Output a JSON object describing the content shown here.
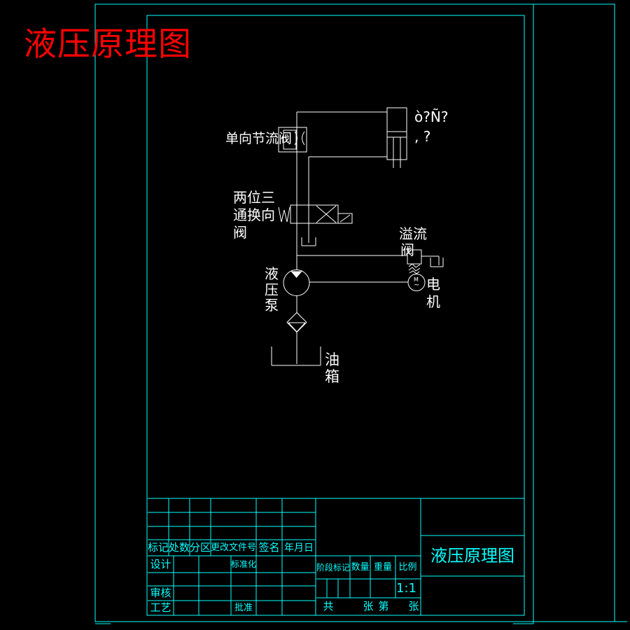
{
  "page": {
    "red_title": "液压原理图"
  },
  "schematic": {
    "throttle_label": "单向节流阀",
    "cylinder_text1": "ò?Ñ?",
    "cylinder_text2": ", ?",
    "directional_lines": [
      "两位三",
      "通换向",
      "阀"
    ],
    "relief_lines": [
      "溢流",
      "阀"
    ],
    "pump_chars": [
      "液",
      "压",
      "泵"
    ],
    "motor_chars": [
      "电",
      "机"
    ],
    "motor_mark": {
      "m": "M",
      "wave": "~"
    },
    "tank_chars": [
      "油",
      "箱"
    ]
  },
  "title_block": {
    "revision": [
      "标记",
      "处数",
      "分区",
      "更改文件号",
      "签名",
      "年月日"
    ],
    "design": "设计",
    "standardization": "标准化",
    "review": "审核",
    "process": "工艺",
    "approve": "批准",
    "stage": [
      "阶段标记",
      "数量",
      "重量",
      "比例"
    ],
    "scale": "1:1",
    "sheet": [
      "共",
      "张",
      "第",
      "张"
    ],
    "title": "液压原理图"
  },
  "colors": {
    "background": "#000000",
    "frame": "#00ffff",
    "schematic_line": "#ffffff",
    "red_title": "#ff0000"
  }
}
